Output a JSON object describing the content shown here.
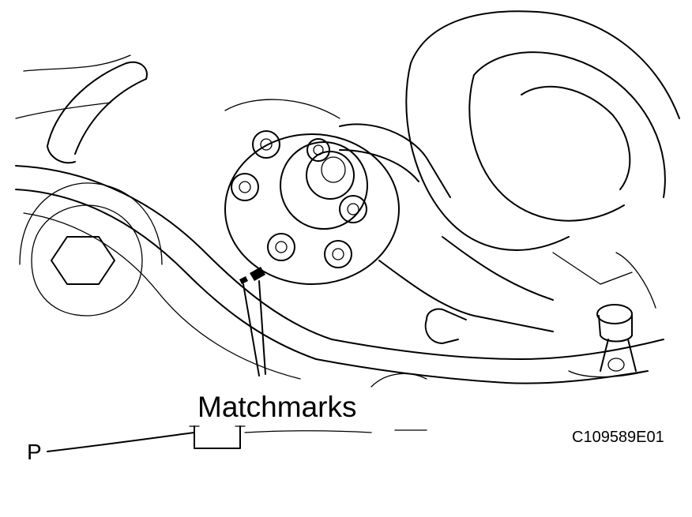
{
  "callout": {
    "label": "Matchmarks"
  },
  "view_marker": "P",
  "figure_code": "C109589E01",
  "colors": {
    "ink": "#000000",
    "paper": "#ffffff"
  }
}
